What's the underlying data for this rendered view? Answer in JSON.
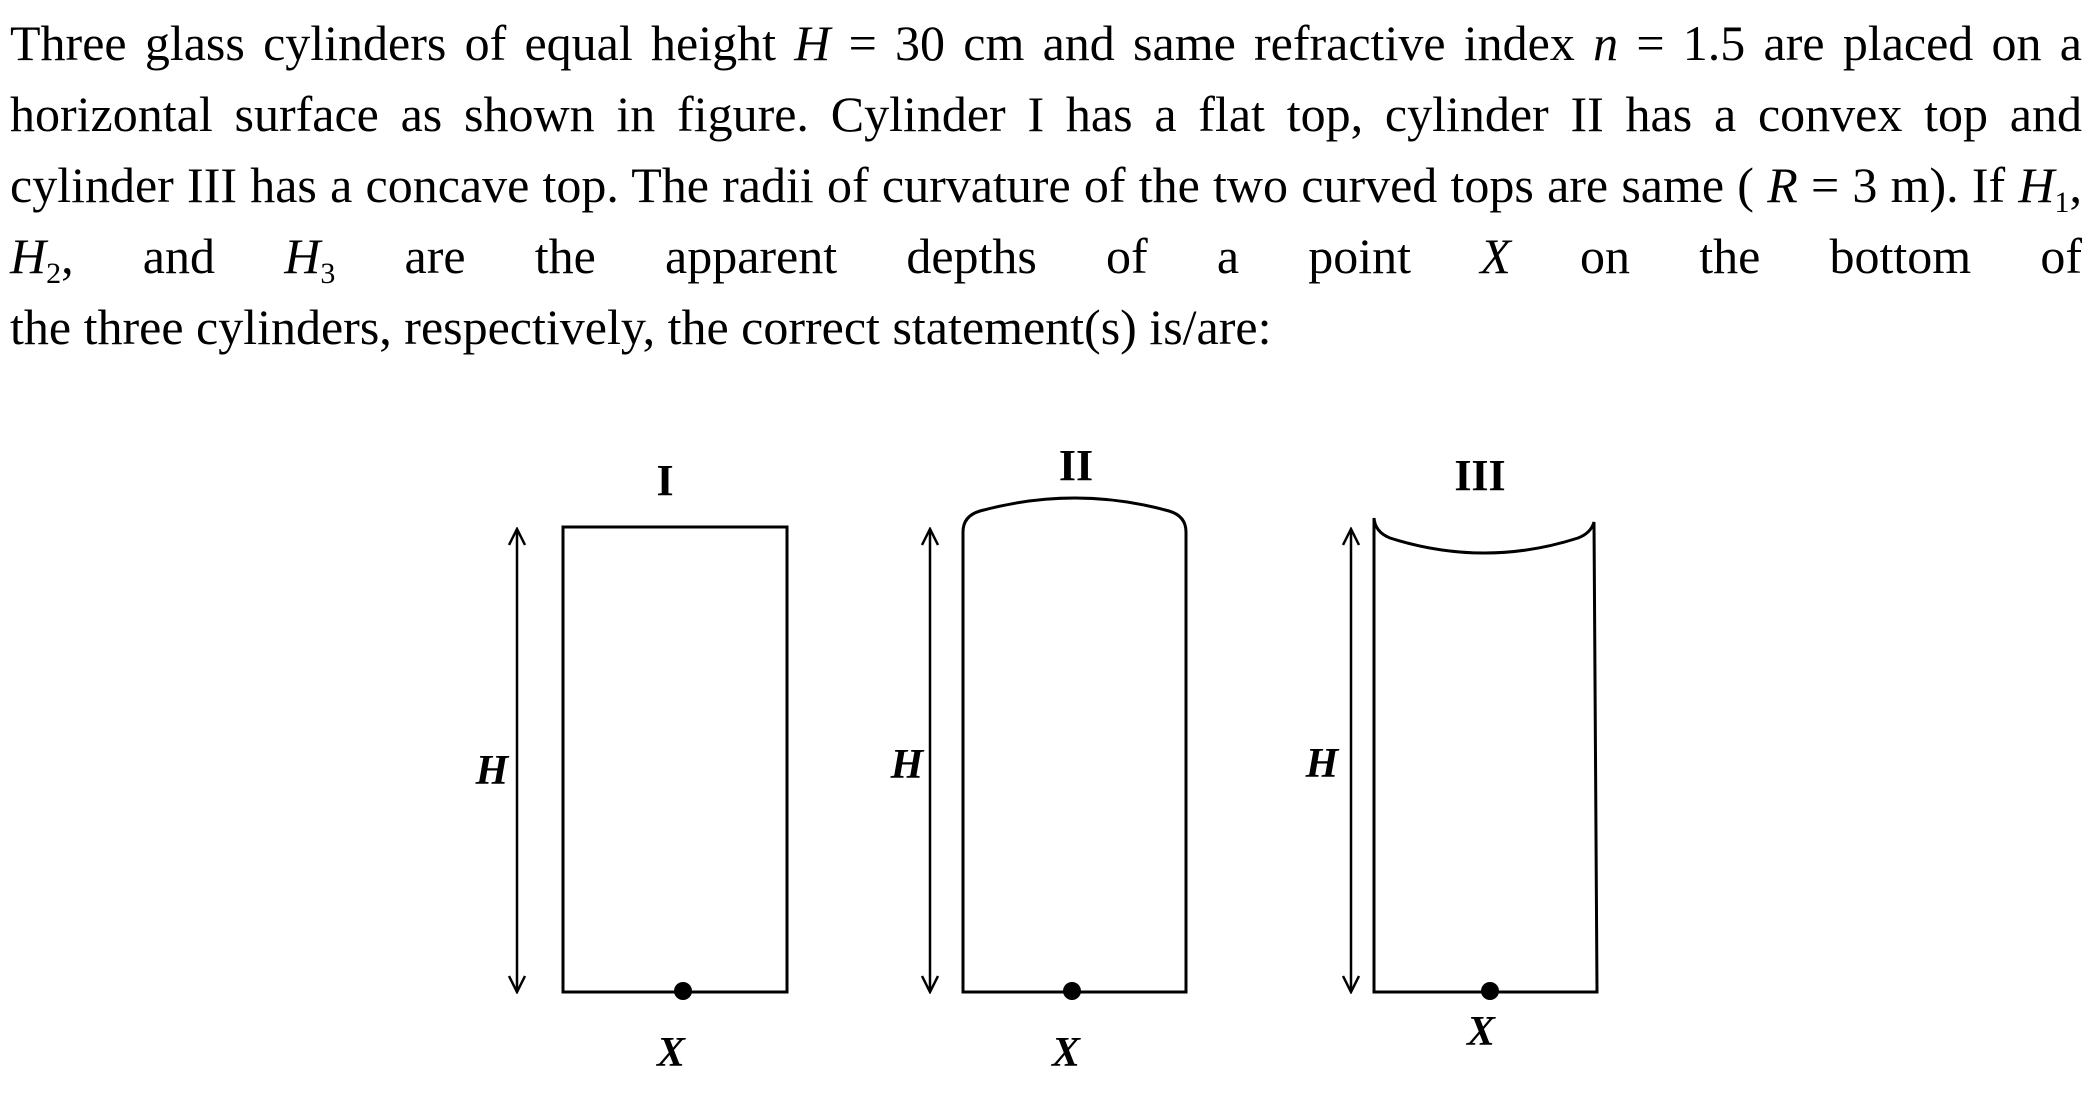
{
  "question": {
    "seg1": "Three glass cylinders of equal height ",
    "H_symbol": "H",
    "seg2": " = 30 cm and same refractive index ",
    "n_symbol": "n",
    "seg3": " = 1.5 are placed on a horizontal surface as shown in figure. Cylinder I has a flat top, cylinder II has a convex top and cylinder III has a concave top. The radii of curvature of the two curved tops are same ( ",
    "R_symbol": "R",
    "seg4": " = 3 m). If ",
    "H1_base": "H",
    "H1_sub": "1",
    "comma1": ", ",
    "H2_base": "H",
    "H2_sub": "2",
    "and_text": ", and ",
    "H3_base": "H",
    "H3_sub": "3",
    "seg5": " are the apparent depths of a point ",
    "X_symbol": "X",
    "seg6": " on the bottom of",
    "last_line": "the three cylinders, respectively, the correct statement(s) is/are:"
  },
  "figure": {
    "cylinders": [
      {
        "label": "I",
        "top": "flat",
        "height_label": "H",
        "point_label": "X"
      },
      {
        "label": "II",
        "top": "convex",
        "height_label": "H",
        "point_label": "X"
      },
      {
        "label": "III",
        "top": "concave",
        "height_label": "H",
        "point_label": "X"
      }
    ],
    "stroke_color": "#000000"
  }
}
